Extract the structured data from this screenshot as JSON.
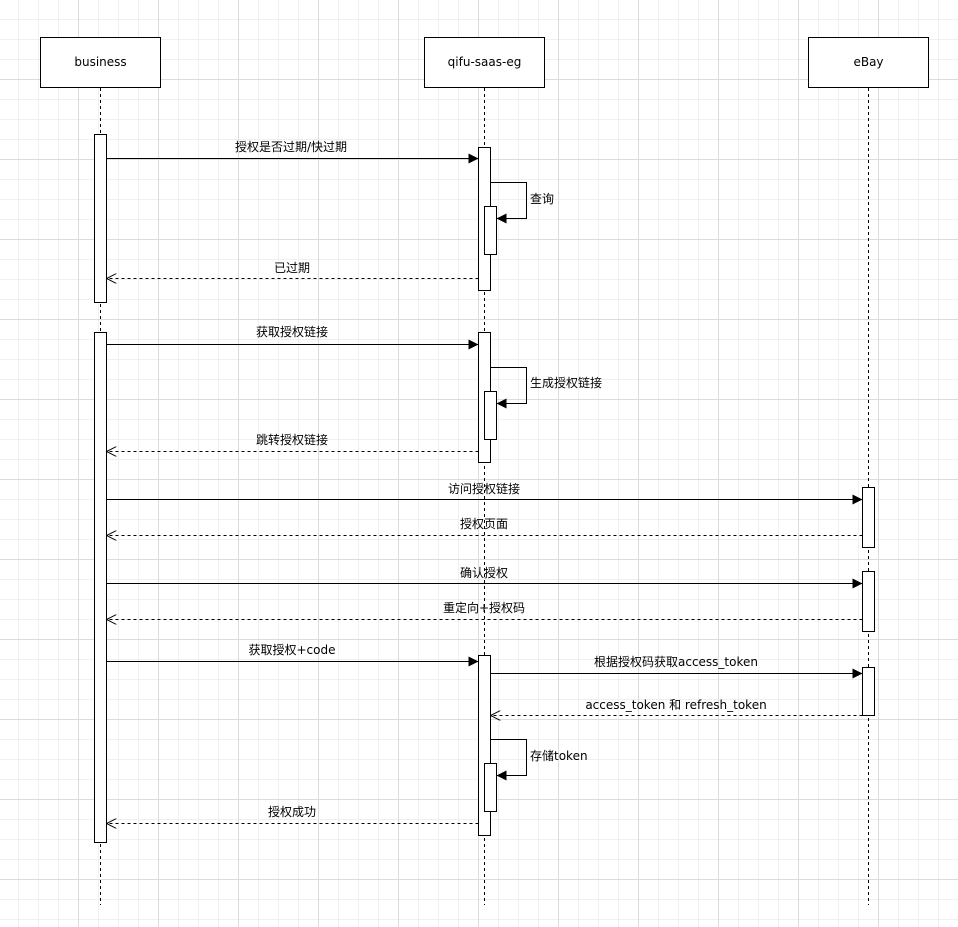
{
  "participants": [
    {
      "id": "business",
      "label": "business"
    },
    {
      "id": "qifu",
      "label": "qifu-saas-eg"
    },
    {
      "id": "ebay",
      "label": "eBay"
    }
  ],
  "messages": [
    {
      "id": "m1",
      "from": "business",
      "to": "qifu",
      "kind": "sync",
      "label": "授权是否过期/快过期"
    },
    {
      "id": "m2",
      "from": "qifu",
      "to": "qifu",
      "kind": "self",
      "label": "查询"
    },
    {
      "id": "m3",
      "from": "qifu",
      "to": "business",
      "kind": "return",
      "label": "已过期"
    },
    {
      "id": "m4",
      "from": "business",
      "to": "qifu",
      "kind": "sync",
      "label": "获取授权链接"
    },
    {
      "id": "m5",
      "from": "qifu",
      "to": "qifu",
      "kind": "self",
      "label": "生成授权链接"
    },
    {
      "id": "m6",
      "from": "qifu",
      "to": "business",
      "kind": "return",
      "label": "跳转授权链接"
    },
    {
      "id": "m7",
      "from": "business",
      "to": "ebay",
      "kind": "sync",
      "label": "访问授权链接"
    },
    {
      "id": "m8",
      "from": "ebay",
      "to": "business",
      "kind": "return",
      "label": "授权页面"
    },
    {
      "id": "m9",
      "from": "business",
      "to": "ebay",
      "kind": "sync",
      "label": "确认授权"
    },
    {
      "id": "m10",
      "from": "ebay",
      "to": "business",
      "kind": "return",
      "label": "重定向+授权码"
    },
    {
      "id": "m11",
      "from": "business",
      "to": "qifu",
      "kind": "sync",
      "label": "获取授权+code"
    },
    {
      "id": "m12",
      "from": "qifu",
      "to": "ebay",
      "kind": "sync",
      "label": "根据授权码获取access_token"
    },
    {
      "id": "m13",
      "from": "ebay",
      "to": "qifu",
      "kind": "return",
      "label": "access_token 和 refresh_token"
    },
    {
      "id": "m14",
      "from": "qifu",
      "to": "qifu",
      "kind": "self",
      "label": "存储token"
    },
    {
      "id": "m15",
      "from": "qifu",
      "to": "business",
      "kind": "return",
      "label": "授权成功"
    }
  ]
}
